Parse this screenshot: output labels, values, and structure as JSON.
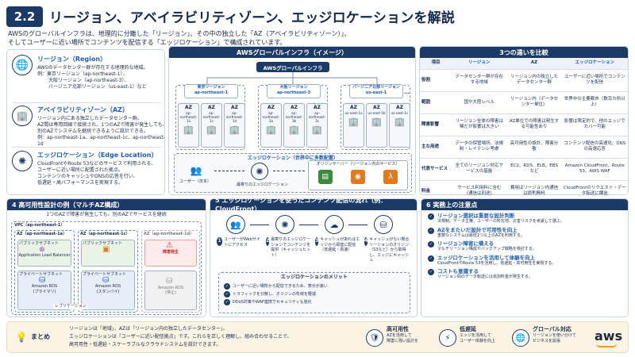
{
  "header": {
    "badge": "2.2",
    "title": "リージョン、アベイラビリティゾーン、エッジロケーションを解説"
  },
  "intro": {
    "line1": "AWSのグローバルインフラは、地理的に分離した「リージョン」、その中の独立した「AZ（アベイラビリティゾーン）」、",
    "line2": "そしてユーザーに近い場所でコンテンツを配信する「エッジロケーション」で構成されています。"
  },
  "left": {
    "region": {
      "title": "リージョン（Region）",
      "l1": "AWSのデータセンター群が存在する地理的な地域。",
      "l2": "例：東京リージョン（ap-northeast-1）、",
      "l3": "大阪リージョン（ap-northeast-3）、",
      "l4": "バージニア北部リージョン（us-east-1）など"
    },
    "az": {
      "title": "アベイラビリティゾーン（AZ）",
      "l1": "リージョン内にある独立したデータセンター群。",
      "l2": "AZ間は専用回線で接続され、1つのAZで障害が発生しても、",
      "l3": "別のAZでシステムを継続できるように設計できる。",
      "l4": "例：ap-northeast-1a、ap-northeast-1c、ap-northeast-1d"
    },
    "edge": {
      "title": "エッジロケーション（Edge Location）",
      "l1": "CloudFrontやRoute 53などのサービスで利用される、",
      "l2": "ユーザーに近い場所に配置された拠点。",
      "l3": "コンテンツのキャッシュやDNSの応答を行い、",
      "l4": "低遅延・高パフォーマンスを実現する。"
    }
  },
  "infra": {
    "header": "AWSグローバルインフラ（イメージ）",
    "top": "AWSグローバルインフラ",
    "regions": [
      {
        "name": "東京リージョン",
        "code": "ap-northeast-1",
        "azs": [
          "ap-northeast-1a",
          "ap-northeast-1c",
          "ap-northeast-1d"
        ]
      },
      {
        "name": "大阪リージョン",
        "code": "ap-northeast-3",
        "azs": [
          "ap-northeast-3a",
          "ap-northeast-3b",
          "ap-northeast-3c"
        ]
      },
      {
        "name": "バージニア北部リージョン",
        "code": "us-east-1",
        "azs": [
          "us-east-1a",
          "us-east-1b",
          "us-east-1c"
        ]
      }
    ],
    "az_label": "AZ",
    "ellipsis": "...",
    "edge_title": "エッジロケーション（世界中に多数配置）",
    "user": "ユーザー（日本）",
    "edge_node": "最寄りのエッジロケーション",
    "origin": "オリジンサーバー（リージョン内のサービス）"
  },
  "compare": {
    "header": "3つの違いを比較",
    "cols": [
      "項目",
      "リージョン",
      "AZ",
      "エッジロケーション"
    ],
    "rows": [
      [
        "役割",
        "データセンター群が存在する地域",
        "リージョン内の独立したデータセンター群",
        "ユーザーに近い場所でコンテンツを配信"
      ],
      [
        "範囲",
        "国や大陸レベル",
        "リージョン内（データセンター単位）",
        "世界中の主要都市（数百カ所以上）"
      ],
      [
        "障害影響",
        "リージョン全体の障害は稀だが影響は大きい",
        "AZ単位での障害は発生する可能性あり",
        "影響は限定的で、他のエッジでカバー可能"
      ],
      [
        "主な用途",
        "データの保管場所、法規制・レイテンシ考慮",
        "高可用性の設計、障害分散",
        "コンテンツ配信の高速化、DNSの高速応答"
      ],
      [
        "代表サービス",
        "全てのリージョン対応サービスの基盤",
        "EC2、RDS、ELB、EBSなど",
        "Amazon CloudFront、Route 53、AWS WAF"
      ],
      [
        "料金",
        "サービス利用料に含む（通信は別途）",
        "費用はリージョン内通信は原則無料",
        "CloudFrontのリクエスト・データ転送に課金"
      ]
    ]
  },
  "multiaz": {
    "header": "4  高可用性設計の例（マルチAZ構成）",
    "sub": "1つのAZで障害が発生しても、別のAZでサービスを継続",
    "vpc": "VPC（ap-northeast-1）",
    "az_a": "AZ（ap-northeast-1a）",
    "az_c": "AZ（ap-northeast-1c）",
    "az_d": "AZ（ap-northeast-1d）",
    "public": "パブリックサブネット",
    "private": "プライベートサブネット",
    "alb": "Application Load Balancer",
    "fault": "障害発生",
    "rds_p": "Amazon RDS",
    "rds_p2": "(プライマリ)",
    "rds_s": "Amazon RDS",
    "rds_s2": "(スタンバイ)",
    "rds_d": "Amazon RDS",
    "rds_d2": "(停止)",
    "repl": "レプリケーション"
  },
  "flow": {
    "header": "5  エッジロケーションを使ったコンテンツ配信の流れ（例：CloudFront）",
    "steps": [
      {
        "n": "1",
        "t": "ユーザーがWebサイトにアクセス"
      },
      {
        "n": "2",
        "t": "最寄りのエッジロケーションでコンテンツを提供（キャッシュヒット）"
      },
      {
        "n": "3",
        "t": "キャッシュがあればエッジから即座に配信（低遅延・高速）"
      },
      {
        "n": "4",
        "t": "キャッシュがない場合リージョンのオリジン（S3など）から取得し、エッジにキャッシュ"
      }
    ],
    "merit_title": "エッジロケーションのメリット",
    "merits": [
      "ユーザーに近い場所から配信できるため、表示が速い",
      "トラフィックを分散し、オリジンの負荷を軽減",
      "DDoS対策やWAF連携でセキュリティも強化"
    ]
  },
  "points": {
    "header": "6  実務上の注意点",
    "items": [
      {
        "t": "リージョン選択は重要な設計判断",
        "d": "法規制、データ主権、ユーザーの所在地、災害リスクを考慮して選ぶ。"
      },
      {
        "t": "AZをまたいだ設計で可用性を向上",
        "d": "重要なシステムは最低2つ以上のAZを利用する。"
      },
      {
        "t": "リージョン障害に備える",
        "d": "マルチリージョン構成やバックアップ戦略を検討する。"
      },
      {
        "t": "エッジロケーションを活用して体験を向上",
        "d": "CloudFrontやRoute 53を活用し、低遅延・高可用性を実現する。"
      },
      {
        "t": "コストも意識する",
        "d": "リージョン間のデータ転送には追加料金が発生する。"
      }
    ]
  },
  "summary": {
    "label": "まとめ",
    "l1": "リージョンは「地域」、AZは「リージョン内の独立したデータセンター」、",
    "l2": "エッジロケーションは「ユーザーに近い配信拠点」です。これらを正しく理解し、組み合わせることで、",
    "l3": "高可用性・低遅延・スケーラブルなクラウドシステムを設計できます。",
    "items": [
      {
        "t": "高可用性",
        "d1": "AZを活用して",
        "d2": "障害に強い設計を"
      },
      {
        "t": "低遅延",
        "d1": "エッジを活用して",
        "d2": "ユーザー体験を向上"
      },
      {
        "t": "グローバル対応",
        "d1": "リージョンを使い分けて",
        "d2": "ビジネスを拡張"
      }
    ],
    "logo": "aws"
  }
}
